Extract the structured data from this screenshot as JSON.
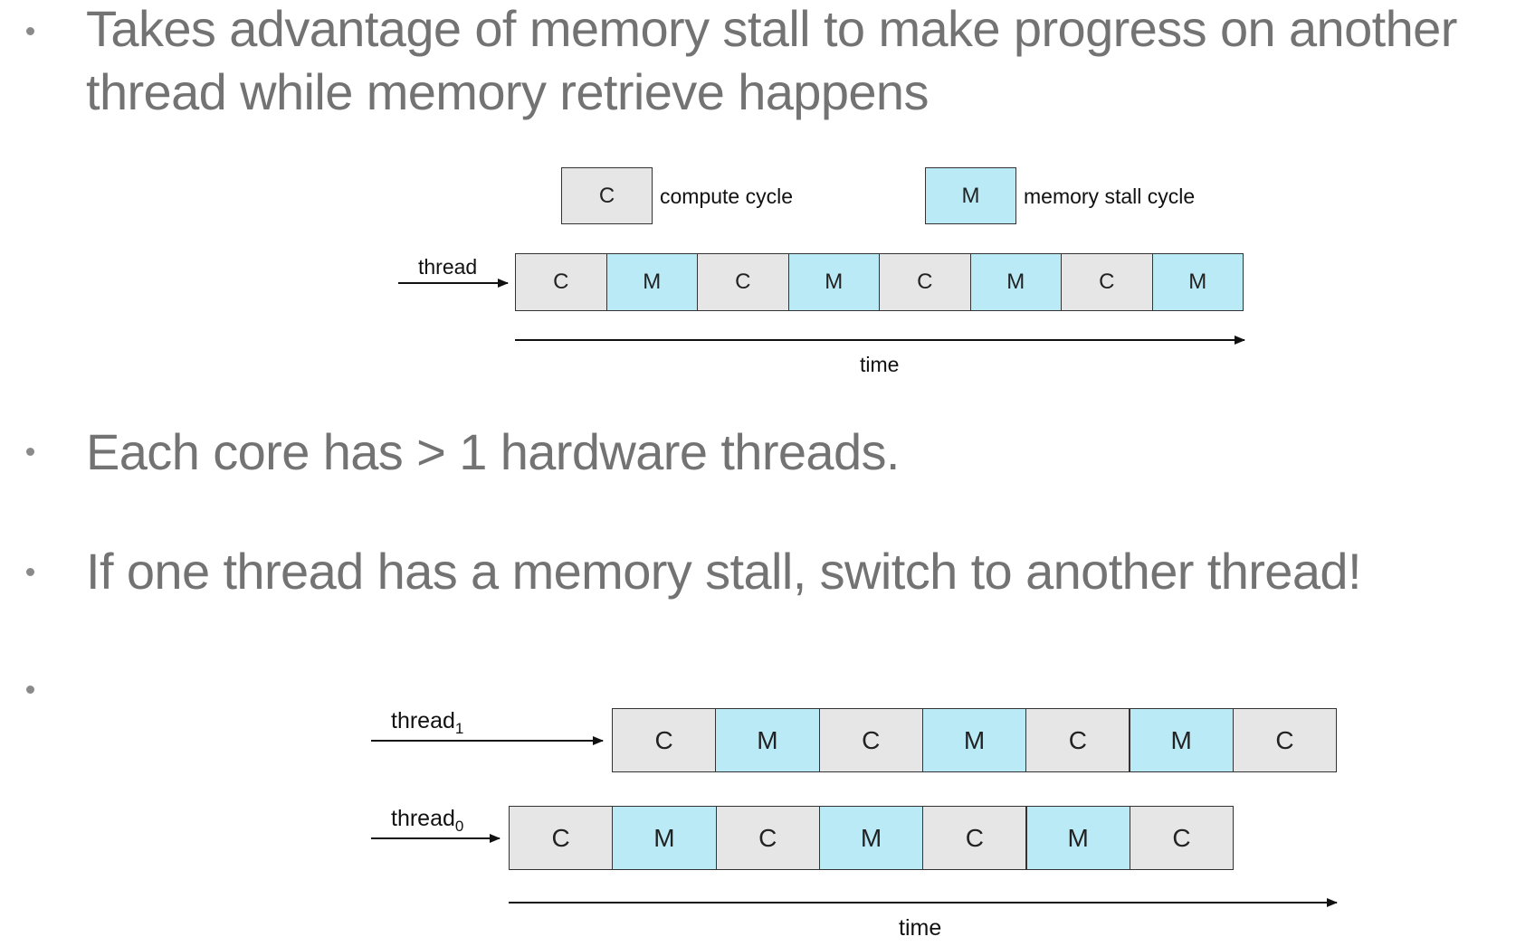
{
  "bullets": [
    {
      "lines": [
        "Takes advantage of memory stall to make progress on another",
        "thread while memory retrieve happens"
      ]
    },
    {
      "lines": [
        "Each core has > 1 hardware threads."
      ]
    },
    {
      "lines": [
        "If one thread has a memory stall, switch to another thread!"
      ]
    },
    {
      "lines": [
        ""
      ]
    }
  ],
  "diagram1": {
    "legend": [
      {
        "symbol": "C",
        "label": "compute cycle",
        "kind": "compute"
      },
      {
        "symbol": "M",
        "label": "memory stall cycle",
        "kind": "memory"
      }
    ],
    "thread_label": "thread",
    "cells": [
      "C",
      "M",
      "C",
      "M",
      "C",
      "M",
      "C",
      "M"
    ],
    "time_label": "time"
  },
  "diagram2": {
    "threads": [
      {
        "label": "thread",
        "subscript": "1",
        "cells": [
          "C",
          "M",
          "C",
          "M",
          "C",
          "M",
          "C"
        ]
      },
      {
        "label": "thread",
        "subscript": "0",
        "cells": [
          "C",
          "M",
          "C",
          "M",
          "C",
          "M",
          "C"
        ]
      }
    ],
    "time_label": "time"
  },
  "colors": {
    "compute": "#e6e6e6",
    "memory": "#b9eaf6",
    "bullet_text": "#737373"
  }
}
